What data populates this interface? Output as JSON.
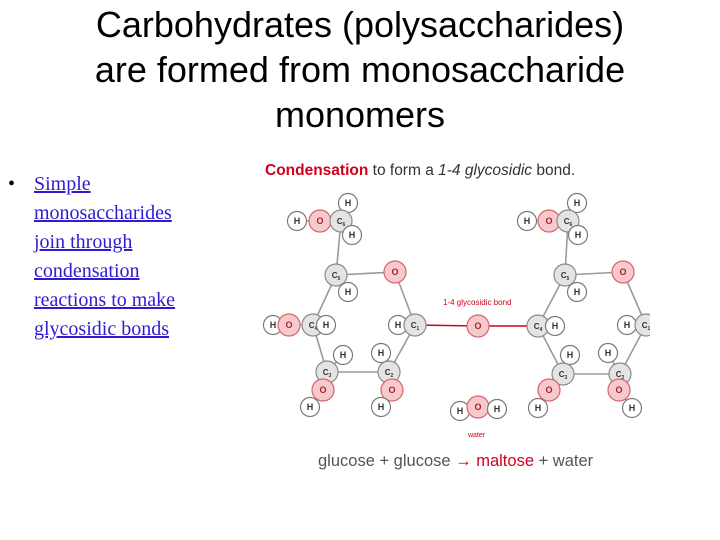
{
  "slide": {
    "title_lines": [
      "Carbohydrates (polysaccharides)",
      "are formed from monosaccharide",
      "monomers"
    ],
    "bullets": [
      {
        "marker": "•",
        "lines": [
          "Simple",
          "monosaccharides",
          "join through",
          "condensation",
          "reactions to make",
          "glycosidic bonds"
        ]
      }
    ]
  },
  "diagram": {
    "heading": {
      "part1": "Condensation",
      "part2": " to form a ",
      "part3": "1-4 glycosidic",
      "part4": " bond."
    },
    "bond_label": "1-4 glycosidic bond",
    "water_label": "water",
    "equation": {
      "part1": "glucose + glucose ",
      "arrow": "→",
      "product": " maltose",
      "part2": " + water"
    },
    "atoms": {
      "H": "H",
      "O": "O",
      "C1": {
        "main": "C",
        "sub": "1"
      },
      "C2": {
        "main": "C",
        "sub": "2"
      },
      "C3": {
        "main": "C",
        "sub": "3"
      },
      "C4": {
        "main": "C",
        "sub": "4"
      },
      "C5": {
        "main": "C",
        "sub": "5"
      },
      "C6": {
        "main": "C",
        "sub": "6"
      }
    },
    "colors": {
      "accent": "#d0021b",
      "oxygen_fill": "#f6c9cc",
      "oxygen_stroke": "#d9636c",
      "carbon_fill": "#e4e4e4",
      "carbon_stroke": "#8a8a8a",
      "hydrogen_fill": "#ffffff",
      "hydrogen_stroke": "#7a7a7a",
      "bond": "#9a9a9a",
      "link": "#2f1bd1"
    }
  }
}
